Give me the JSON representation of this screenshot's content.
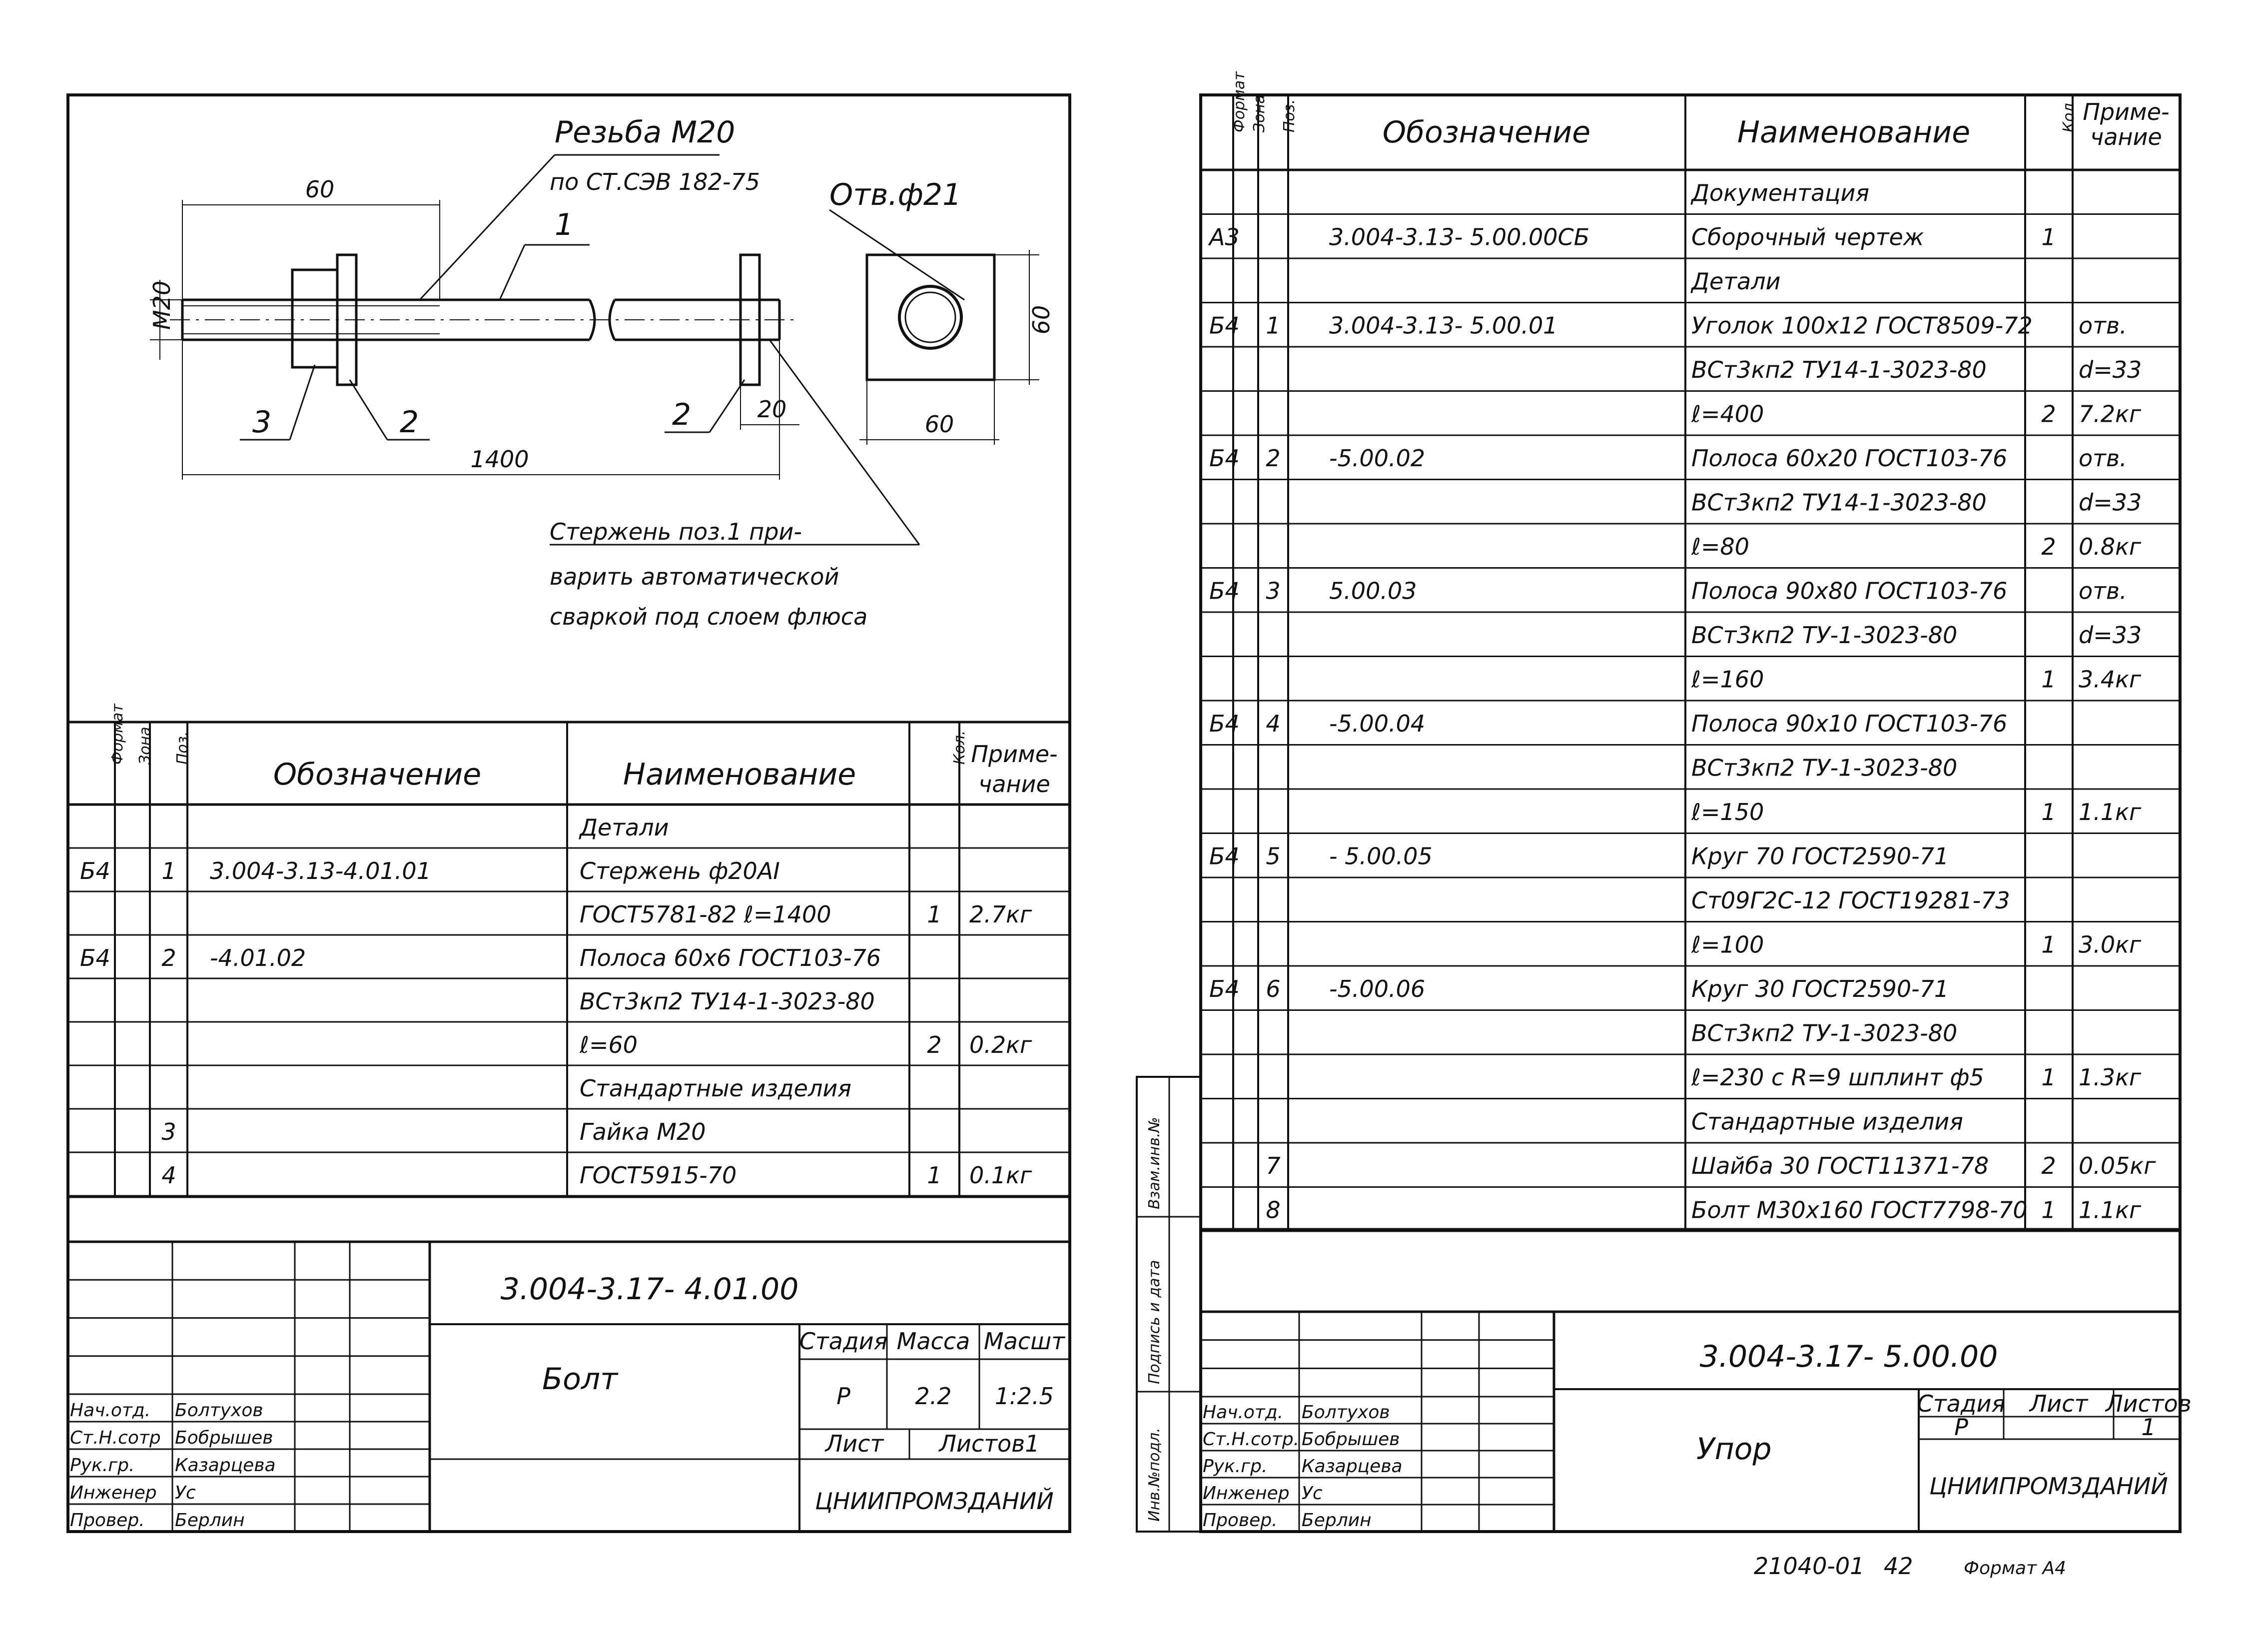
{
  "sheet1": {
    "drawing": {
      "thread_label": "Резьба М20",
      "thread_std": "по СТ.СЭВ 182-75",
      "dim_60_top": "60",
      "dim_m20": "М20",
      "dim_1400": "1400",
      "dim_20": "20",
      "hole_label": "Отв.ф21",
      "plate_dim_60_side": "60",
      "plate_dim_60_bottom": "60",
      "pos1": "1",
      "pos2a": "2",
      "pos2b": "2",
      "pos3": "3",
      "note_line1": "Стержень поз.1 при-",
      "note_line2": "варить автоматической",
      "note_line3": "сваркой под слоем флюса"
    },
    "headers": {
      "format": "Формат",
      "zone": "Зона",
      "pos": "Поз.",
      "designation": "Обозначение",
      "name": "Наименование",
      "qty": "Кол.",
      "note1": "Приме-",
      "note2": "чание"
    },
    "rows": [
      {
        "fmt": "",
        "pos": "",
        "des": "",
        "name": "Детали",
        "qty": "",
        "note": ""
      },
      {
        "fmt": "Б4",
        "pos": "1",
        "des": "3.004-3.13-4.01.01",
        "name": "Стержень ф20АI",
        "qty": "",
        "note": ""
      },
      {
        "fmt": "",
        "pos": "",
        "des": "",
        "name": "ГОСТ5781-82 ℓ=1400",
        "qty": "1",
        "note": "2.7кг"
      },
      {
        "fmt": "Б4",
        "pos": "2",
        "des": "-4.01.02",
        "name": "Полоса 60х6 ГОСТ103-76",
        "qty": "",
        "note": ""
      },
      {
        "fmt": "",
        "pos": "",
        "des": "",
        "name": "ВСт3кп2 ТУ14-1-3023-80",
        "qty": "",
        "note": ""
      },
      {
        "fmt": "",
        "pos": "",
        "des": "",
        "name": "ℓ=60",
        "qty": "2",
        "note": "0.2кг"
      },
      {
        "fmt": "",
        "pos": "",
        "des": "",
        "name": "Стандартные изделия",
        "qty": "",
        "note": ""
      },
      {
        "fmt": "",
        "pos": "3",
        "des": "",
        "name": "Гайка М20",
        "qty": "",
        "note": ""
      },
      {
        "fmt": "",
        "pos": "4",
        "des": "",
        "name": "ГОСТ5915-70",
        "qty": "1",
        "note": "0.1кг"
      }
    ],
    "title_block": {
      "doc_number": "3.004-3.17- 4.01.00",
      "title": "Болт",
      "stage_label": "Стадия",
      "mass_label": "Масса",
      "scale_label": "Масшт",
      "stage": "Р",
      "mass": "2.2",
      "scale": "1:2.5",
      "sheet_label": "Лист",
      "sheets_label": "Листов1",
      "org": "ЦНИИПРОМЗДАНИЙ",
      "roles": [
        "Нач.отд.",
        "Ст.Н.сотр",
        "Рук.гр.",
        "Инженер",
        "Провер."
      ],
      "names": [
        "Болтухов",
        "Бобрышев",
        "Казарцева",
        "Ус",
        "Берлин"
      ]
    }
  },
  "sheet2": {
    "headers": {
      "format": "Формат",
      "zone": "Зона",
      "pos": "Поз.",
      "designation": "Обозначение",
      "name": "Наименование",
      "qty": "Кол.",
      "note1": "Приме-",
      "note2": "чание"
    },
    "rows": [
      {
        "fmt": "",
        "pos": "",
        "des": "",
        "name": "Документация",
        "qty": "",
        "note": ""
      },
      {
        "fmt": "А3",
        "pos": "",
        "des": "3.004-3.13- 5.00.00СБ",
        "name": "Сборочный чертеж",
        "qty": "1",
        "note": ""
      },
      {
        "fmt": "",
        "pos": "",
        "des": "",
        "name": "Детали",
        "qty": "",
        "note": ""
      },
      {
        "fmt": "Б4",
        "pos": "1",
        "des": "3.004-3.13- 5.00.01",
        "name": "Уголок 100х12 ГОСТ8509-72",
        "qty": "",
        "note": "отв."
      },
      {
        "fmt": "",
        "pos": "",
        "des": "",
        "name": "ВСт3кп2 ТУ14-1-3023-80",
        "qty": "",
        "note": "d=33"
      },
      {
        "fmt": "",
        "pos": "",
        "des": "",
        "name": "ℓ=400",
        "qty": "2",
        "note": "7.2кг"
      },
      {
        "fmt": "Б4",
        "pos": "2",
        "des": "-5.00.02",
        "name": "Полоса 60х20 ГОСТ103-76",
        "qty": "",
        "note": "отв."
      },
      {
        "fmt": "",
        "pos": "",
        "des": "",
        "name": "ВСт3кп2 ТУ14-1-3023-80",
        "qty": "",
        "note": "d=33"
      },
      {
        "fmt": "",
        "pos": "",
        "des": "",
        "name": "ℓ=80",
        "qty": "2",
        "note": "0.8кг"
      },
      {
        "fmt": "Б4",
        "pos": "3",
        "des": "5.00.03",
        "name": "Полоса 90х80 ГОСТ103-76",
        "qty": "",
        "note": "отв."
      },
      {
        "fmt": "",
        "pos": "",
        "des": "",
        "name": "ВСт3кп2 ТУ-1-3023-80",
        "qty": "",
        "note": "d=33"
      },
      {
        "fmt": "",
        "pos": "",
        "des": "",
        "name": "ℓ=160",
        "qty": "1",
        "note": "3.4кг"
      },
      {
        "fmt": "Б4",
        "pos": "4",
        "des": "-5.00.04",
        "name": "Полоса 90х10 ГОСТ103-76",
        "qty": "",
        "note": ""
      },
      {
        "fmt": "",
        "pos": "",
        "des": "",
        "name": "ВСт3кп2 ТУ-1-3023-80",
        "qty": "",
        "note": ""
      },
      {
        "fmt": "",
        "pos": "",
        "des": "",
        "name": "ℓ=150",
        "qty": "1",
        "note": "1.1кг"
      },
      {
        "fmt": "Б4",
        "pos": "5",
        "des": "- 5.00.05",
        "name": "Круг 70 ГОСТ2590-71",
        "qty": "",
        "note": ""
      },
      {
        "fmt": "",
        "pos": "",
        "des": "",
        "name": "Ст09Г2С-12 ГОСТ19281-73",
        "qty": "",
        "note": ""
      },
      {
        "fmt": "",
        "pos": "",
        "des": "",
        "name": "ℓ=100",
        "qty": "1",
        "note": "3.0кг"
      },
      {
        "fmt": "Б4",
        "pos": "6",
        "des": "-5.00.06",
        "name": "Круг 30 ГОСТ2590-71",
        "qty": "",
        "note": ""
      },
      {
        "fmt": "",
        "pos": "",
        "des": "",
        "name": "ВСт3кп2 ТУ-1-3023-80",
        "qty": "",
        "note": ""
      },
      {
        "fmt": "",
        "pos": "",
        "des": "",
        "name": "ℓ=230 с R=9 шплинт ф5",
        "qty": "1",
        "note": "1.3кг"
      },
      {
        "fmt": "",
        "pos": "",
        "des": "",
        "name": "Стандартные изделия",
        "qty": "",
        "note": ""
      },
      {
        "fmt": "",
        "pos": "7",
        "des": "",
        "name": "Шайба 30 ГОСТ11371-78",
        "qty": "2",
        "note": "0.05кг"
      },
      {
        "fmt": "",
        "pos": "8",
        "des": "",
        "name": "Болт М30х160 ГОСТ7798-70",
        "qty": "1",
        "note": "1.1кг"
      }
    ],
    "side_labels": [
      "Инв.№подл.",
      "Подпись и дата",
      "Взам.инв.№"
    ],
    "title_block": {
      "doc_number": "3.004-3.17- 5.00.00",
      "title": "Упор",
      "stage_label": "Стадия",
      "sheet_label": "Лист",
      "sheets_label": "Листов",
      "stage": "Р",
      "sheets": "1",
      "org": "ЦНИИПРОМЗДАНИЙ",
      "roles": [
        "Нач.отд.",
        "Ст.Н.сотр.",
        "Рук.гр.",
        "Инженер",
        "Провер."
      ],
      "names": [
        "Болтухов",
        "Бобрышев",
        "Казарцева",
        "Ус",
        "Берлин"
      ]
    },
    "footer_code": "21040-01",
    "page_no": "42",
    "format_label": "Формат А4"
  }
}
